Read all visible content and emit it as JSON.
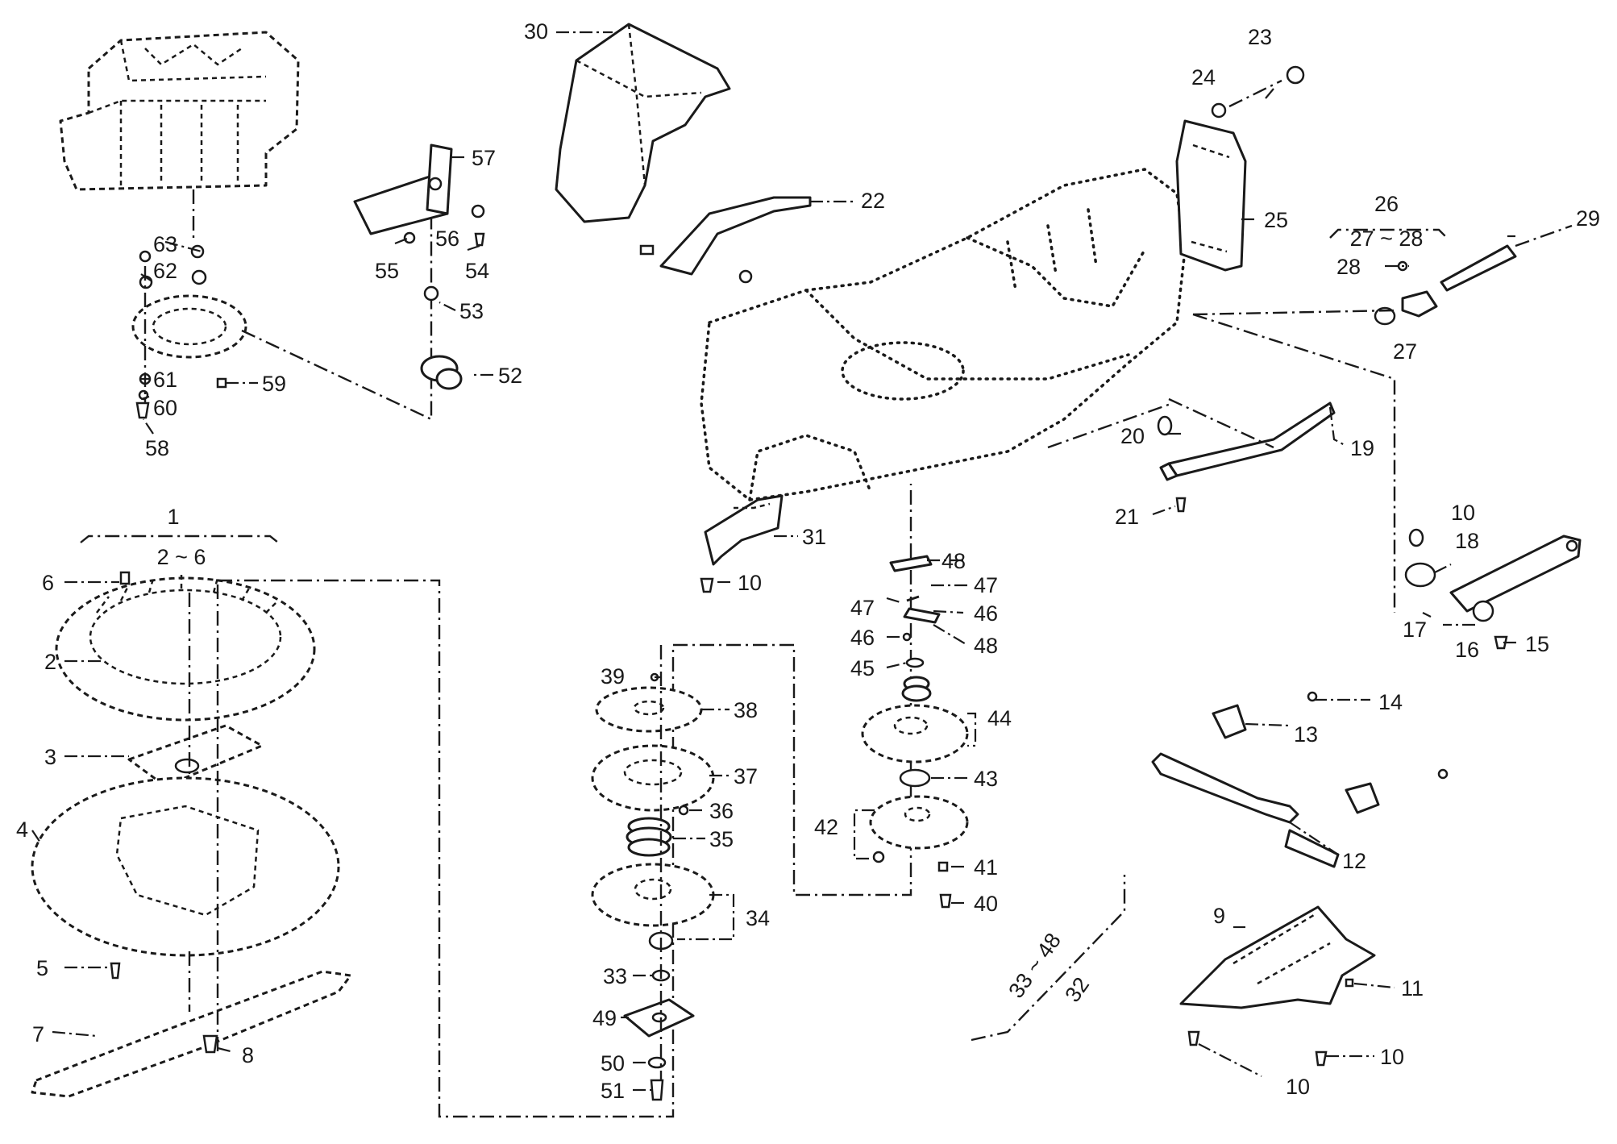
{
  "part_labels": [
    "1",
    "2 ~ 6",
    "2",
    "3",
    "4",
    "5",
    "6",
    "7",
    "8",
    "9",
    "10",
    "11",
    "12",
    "13",
    "14",
    "15",
    "16",
    "17",
    "18",
    "19",
    "20",
    "21",
    "22",
    "23",
    "24",
    "25",
    "26",
    "27 ~ 28",
    "27",
    "28",
    "29",
    "30",
    "31",
    "32",
    "33 ~ 48",
    "33",
    "34",
    "35",
    "36",
    "37",
    "38",
    "39",
    "40",
    "41",
    "42",
    "43",
    "44",
    "45",
    "46",
    "47",
    "48",
    "49",
    "50",
    "51",
    "52",
    "53",
    "54",
    "55",
    "56",
    "57",
    "58",
    "59",
    "60",
    "61",
    "62",
    "63"
  ],
  "labels": {
    "l1": "1",
    "l2_6": "2 ~ 6",
    "l2": "2",
    "l3": "3",
    "l4": "4",
    "l5": "5",
    "l6": "6",
    "l7": "7",
    "l8": "8",
    "l9": "9",
    "l10a": "10",
    "l10b": "10",
    "l10c": "10",
    "l10d": "10",
    "l11": "11",
    "l12": "12",
    "l13": "13",
    "l14": "14",
    "l15": "15",
    "l16": "16",
    "l17": "17",
    "l18": "18",
    "l19": "19",
    "l20": "20",
    "l21": "21",
    "l22": "22",
    "l23": "23",
    "l24": "24",
    "l25": "25",
    "l26": "26",
    "l27_28": "27 ~ 28",
    "l27": "27",
    "l28": "28",
    "l29": "29",
    "l30": "30",
    "l31": "31",
    "l32": "32",
    "l33_48": "33 ~ 48",
    "l33": "33",
    "l34": "34",
    "l35": "35",
    "l36": "36",
    "l37": "37",
    "l38": "38",
    "l39": "39",
    "l40": "40",
    "l41": "41",
    "l42": "42",
    "l43": "43",
    "l44": "44",
    "l45": "45",
    "l46a": "46",
    "l46b": "46",
    "l47a": "47",
    "l47b": "47",
    "l48a": "48",
    "l48b": "48",
    "l49": "49",
    "l50": "50",
    "l51": "51",
    "l52": "52",
    "l53": "53",
    "l54": "54",
    "l55": "55",
    "l56": "56",
    "l57": "57",
    "l58": "58",
    "l59": "59",
    "l60": "60",
    "l61": "61",
    "l62": "62",
    "l63": "63"
  }
}
